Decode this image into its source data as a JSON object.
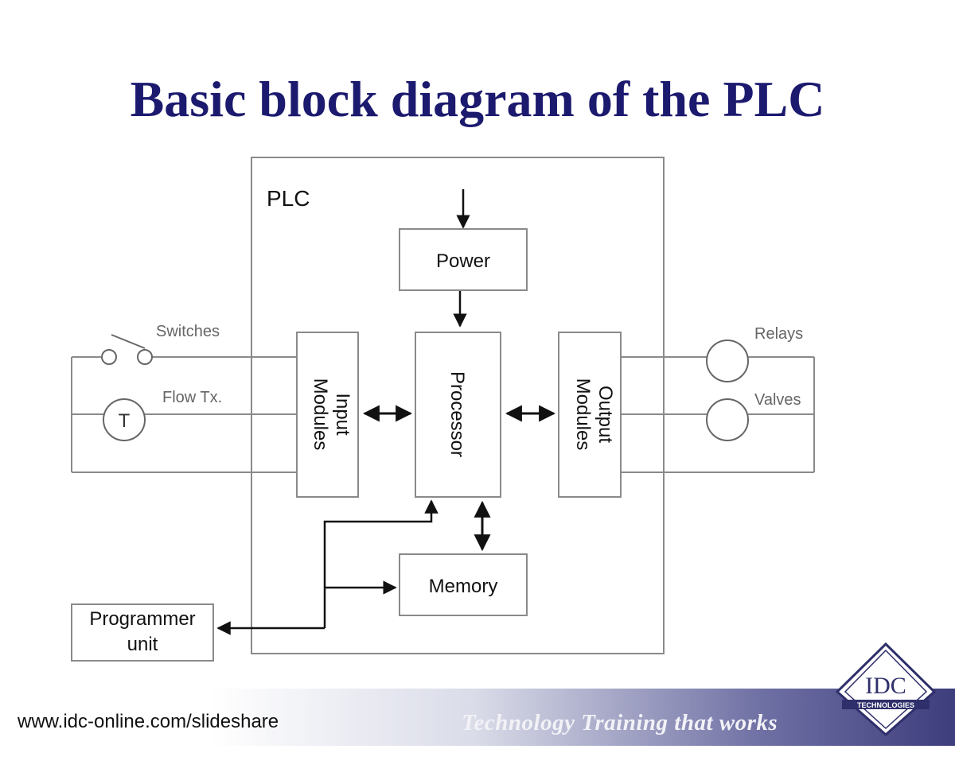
{
  "title": "Basic block diagram of the PLC",
  "plc_label": "PLC",
  "blocks": {
    "power": "Power",
    "input_line1": "Input",
    "input_line2": "Modules",
    "processor": "Processor",
    "output_line1": "Output",
    "output_line2": "Modules",
    "memory": "Memory",
    "programmer_line1": "Programmer",
    "programmer_line2": "unit"
  },
  "field_devices": {
    "switches": "Switches",
    "flow": "Flow Tx.",
    "flow_symbol": "T",
    "relays": "Relays",
    "valves": "Valves"
  },
  "footer": {
    "url": "www.idc-online.com/slideshare",
    "tagline": "Technology Training that works",
    "logo_text": "IDC",
    "logo_sub": "TECHNOLOGIES"
  },
  "colors": {
    "title": "#1c1a6e",
    "line": "#111111",
    "box_border": "#8a8a8a"
  }
}
